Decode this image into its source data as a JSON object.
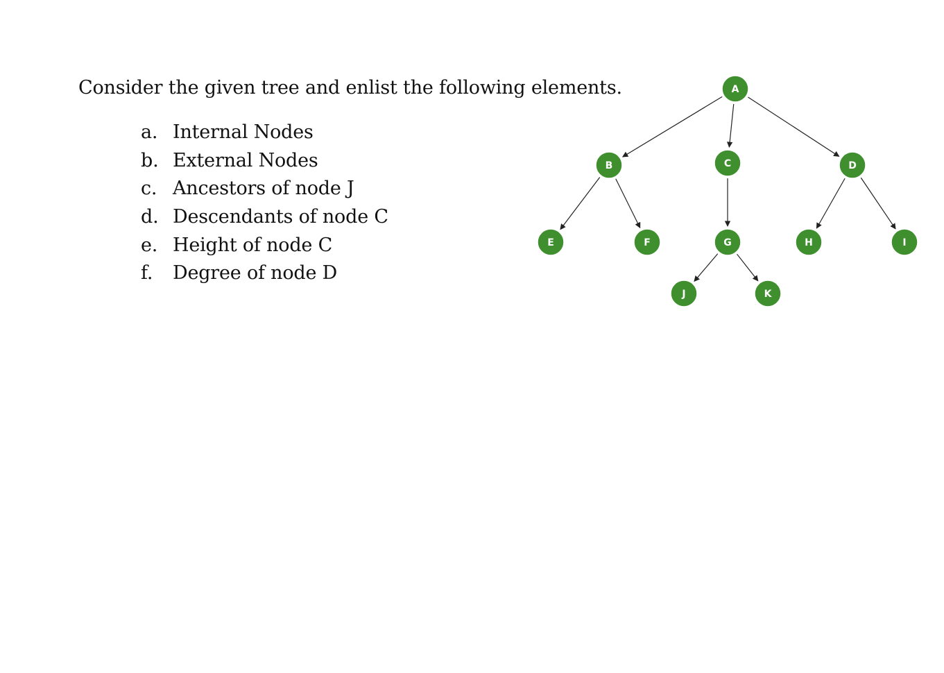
{
  "question": {
    "text": "Consider the given tree and enlist the following elements."
  },
  "tasks": [
    {
      "letter": "a.",
      "text": "Internal Nodes"
    },
    {
      "letter": "b.",
      "text": "External Nodes"
    },
    {
      "letter": "c.",
      "text": "Ancestors of node J"
    },
    {
      "letter": "d.",
      "text": "Descendants of node C"
    },
    {
      "letter": "e.",
      "text": "Height of node C"
    },
    {
      "letter": "f.",
      "text": "Degree of node D"
    }
  ],
  "tree": {
    "node_color": "#3f8f2e",
    "node_outline": "#ffffff",
    "edge_color": "#222222",
    "nodes": {
      "A": "A",
      "B": "B",
      "C": "C",
      "D": "D",
      "E": "E",
      "F": "F",
      "G": "G",
      "H": "H",
      "I": "I",
      "J": "J",
      "K": "K"
    },
    "edges": [
      [
        "A",
        "B"
      ],
      [
        "A",
        "C"
      ],
      [
        "A",
        "D"
      ],
      [
        "B",
        "E"
      ],
      [
        "B",
        "F"
      ],
      [
        "C",
        "G"
      ],
      [
        "D",
        "H"
      ],
      [
        "D",
        "I"
      ],
      [
        "G",
        "J"
      ],
      [
        "G",
        "K"
      ]
    ]
  }
}
